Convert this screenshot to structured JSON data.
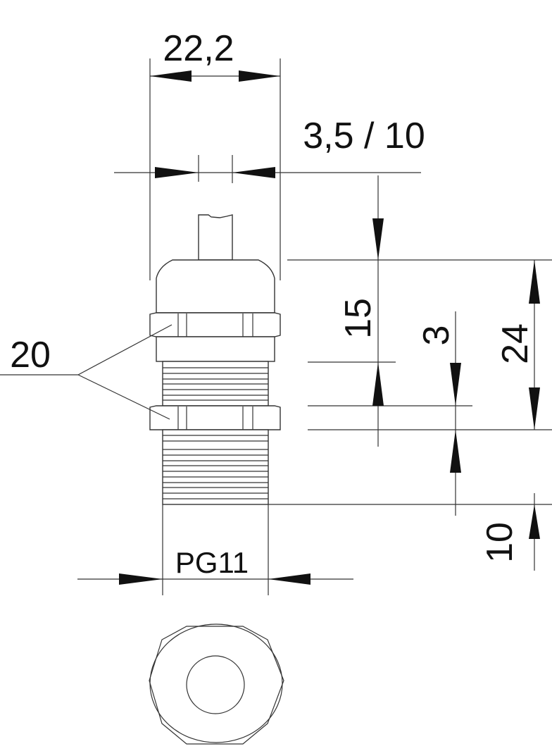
{
  "drawing": {
    "subject": "Cable gland PG11 technical drawing",
    "line_color": "#333333",
    "background": "#ffffff",
    "dimensions": {
      "overall_width": "22,2",
      "clamping_range": "3,5 / 10",
      "wrench_size": "20",
      "body_height": "15",
      "nut_height": "3",
      "total_height": "24",
      "thread_length": "10",
      "thread_size": "PG11"
    },
    "views": [
      {
        "name": "side-view",
        "parts": [
          "cable-stub",
          "dome-cap",
          "upper-hex-nut",
          "collar",
          "upper-thread",
          "lower-hex-locknut",
          "lower-thread"
        ]
      },
      {
        "name": "top-view",
        "parts": [
          "hex-outline",
          "dome-circle",
          "cable-bore-circle"
        ]
      }
    ]
  }
}
